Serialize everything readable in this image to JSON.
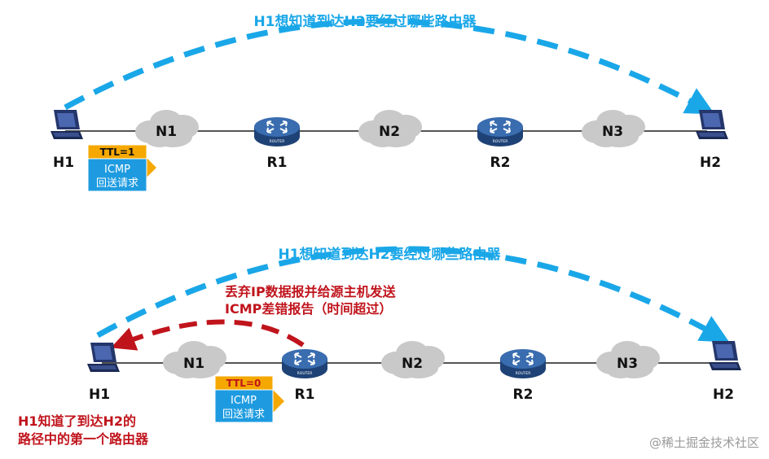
{
  "top": {
    "goal": "H1想知道到达H2要经过哪些路由器",
    "host_left": "H1",
    "host_right": "H2",
    "net1": "N1",
    "net2": "N2",
    "net3": "N3",
    "router1": "R1",
    "router2": "R2",
    "ttl": "TTL=1",
    "icmp_line1": "ICMP",
    "icmp_line2": "回送请求"
  },
  "bottom": {
    "goal": "H1想知道到达H2要经过哪些路由器",
    "host_left": "H1",
    "host_right": "H2",
    "net1": "N1",
    "net2": "N2",
    "net3": "N3",
    "router1": "R1",
    "router2": "R2",
    "ttl": "TTL=0",
    "icmp_line1": "ICMP",
    "icmp_line2": "回送请求",
    "discard_line1": "丢弃IP数据报并给源主机发送",
    "discard_line2": "ICMP差错报告（时间超过）",
    "result_line1": "H1知道了到达H2的",
    "result_line2": "路径中的第一个路由器"
  },
  "router_label": "ROUTER",
  "watermark": "@稀土掘金技术社区",
  "colors": {
    "blue_arc": "#1AA7E8",
    "red_arc": "#C0141C",
    "red_text": "#C0141C",
    "ttl_fill": "#F5A800",
    "icmp_fill": "#1E9BE0",
    "router_fill": "#2E5C9A",
    "cloud_fill": "#C9C9C9",
    "host_fill": "#2B3F7A"
  }
}
